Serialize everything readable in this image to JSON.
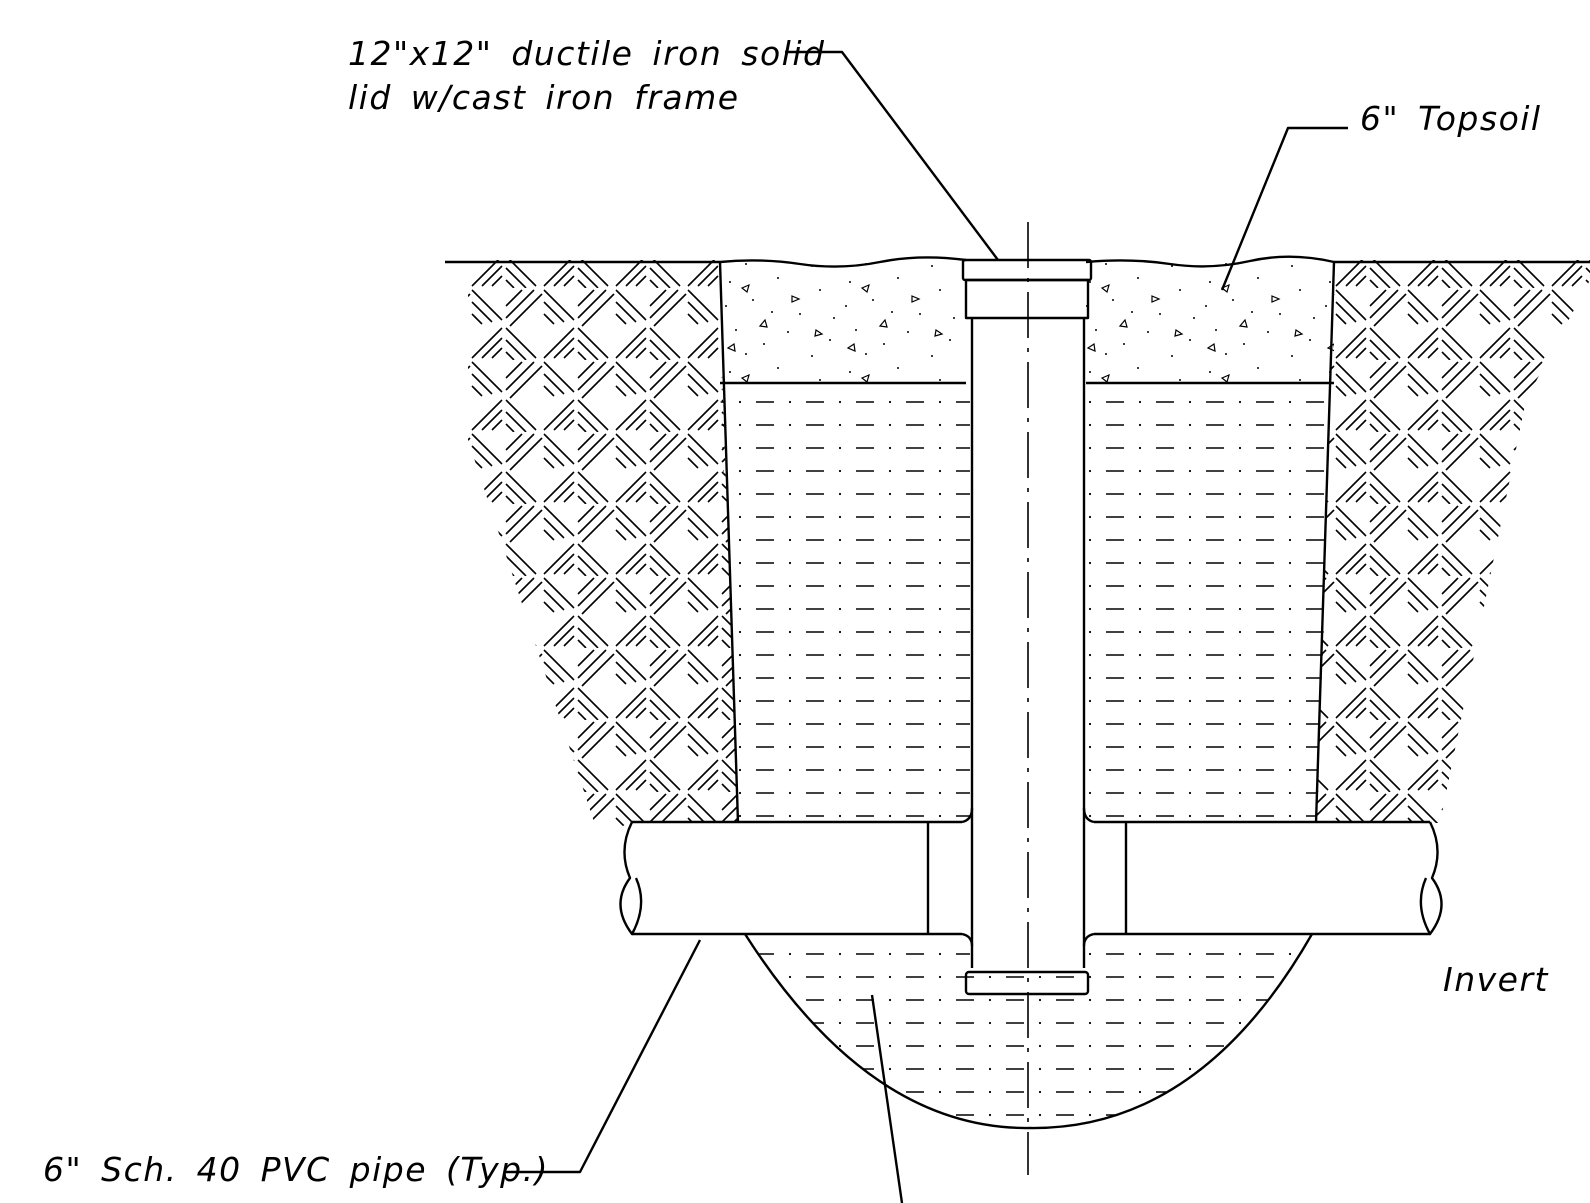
{
  "labels": {
    "lid_line1": "12\"x12\" ductile iron solid",
    "lid_line2": "lid w/cast iron frame",
    "topsoil": "6\" Topsoil",
    "invert": "Invert",
    "pipe": "6\" Sch. 40 PVC pipe (Typ.)"
  },
  "colors": {
    "ink": "#000000",
    "background": "#ffffff"
  },
  "hatch_patterns": {
    "native_soil": "herringbone-hatch",
    "topsoil": "stipple-triangle-hatch",
    "backfill": "dash-dot-hatch"
  }
}
